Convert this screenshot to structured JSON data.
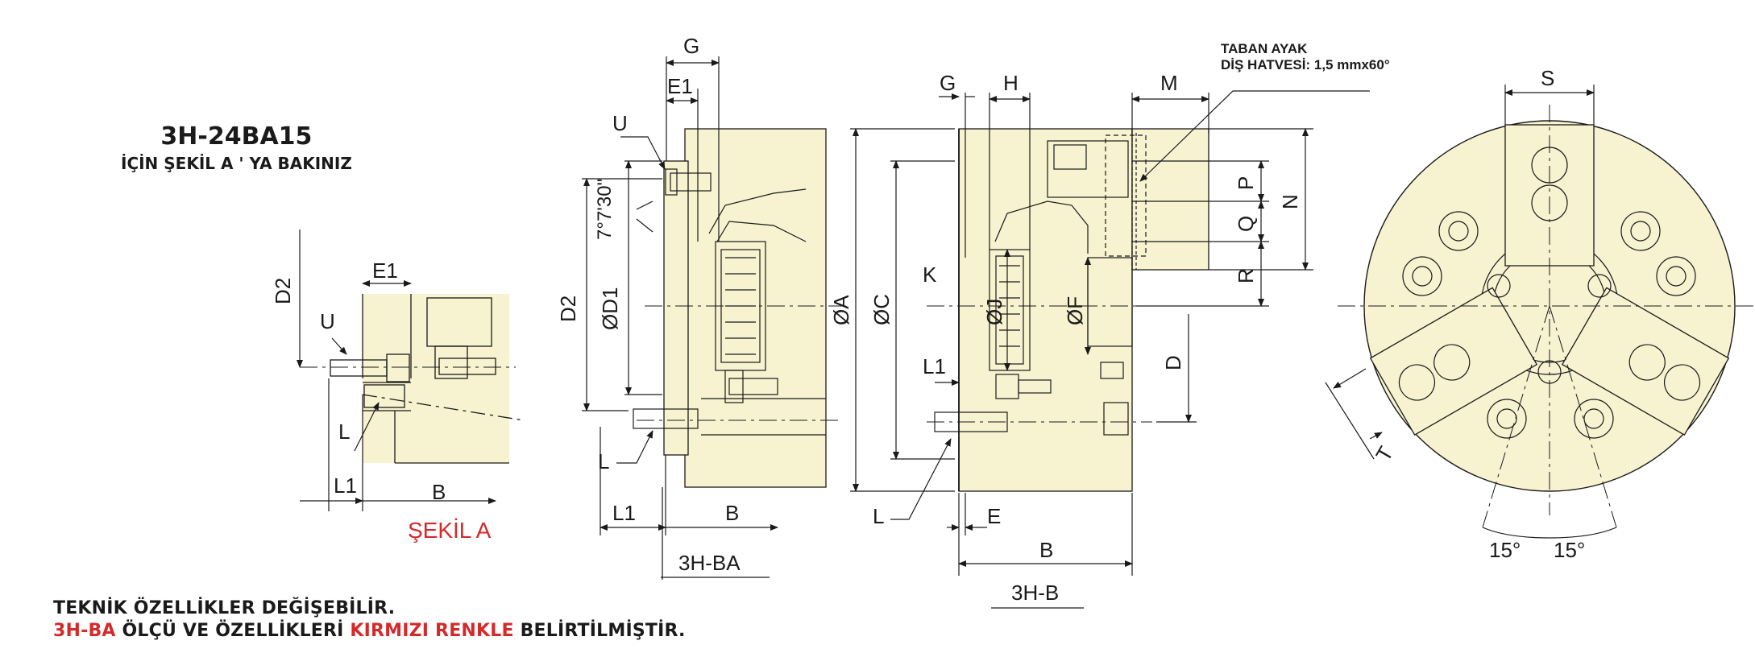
{
  "ref_note": {
    "model": "3H-24BA15",
    "instruction": "İÇİN ŞEKİL  A ' YA BAKINIZ"
  },
  "figure_a": {
    "caption": "ŞEKİL A",
    "labels": {
      "d2": "D2",
      "e1": "E1",
      "u": "U",
      "l": "L",
      "l1": "L1",
      "b": "B"
    }
  },
  "view_ba": {
    "caption": "3H-BA",
    "labels": {
      "g": "G",
      "e1": "E1",
      "u": "U",
      "angle": "7°7'30\"",
      "d2": "D2",
      "d1": "ØD1",
      "l": "L",
      "l1": "L1",
      "b": "B"
    }
  },
  "view_b": {
    "caption": "3H-B",
    "labels": {
      "g": "G",
      "h": "H",
      "m": "M",
      "k": "K",
      "a": "ØA",
      "c": "ØC",
      "j": "ØJ",
      "f": "ØF",
      "p": "P",
      "q": "Q",
      "r": "R",
      "n": "N",
      "d": "D",
      "l1": "L1",
      "l": "L",
      "e": "E",
      "b": "B"
    },
    "callout": {
      "line1": "TABAN AYAK",
      "line2": "DİŞ HATVESİ: 1,5 mmx60°"
    }
  },
  "front_view": {
    "labels": {
      "s": "S",
      "t": "T",
      "angle_left": "15°",
      "angle_right": "15°"
    }
  },
  "footer": {
    "line1": "TEKNİK ÖZELLİKLER DEĞİŞEBİLİR.",
    "line2_red1": "3H-BA",
    "line2_black1": " ÖLÇÜ VE ÖZELLİKLERİ ",
    "line2_red2": "KIRMIZI RENKLE",
    "line2_black2": " BELİRTİLMİŞTİR."
  },
  "colors": {
    "body_fill": "#f7f2cf",
    "line": "#1a1a1a",
    "accent_red": "#d42a2a"
  }
}
